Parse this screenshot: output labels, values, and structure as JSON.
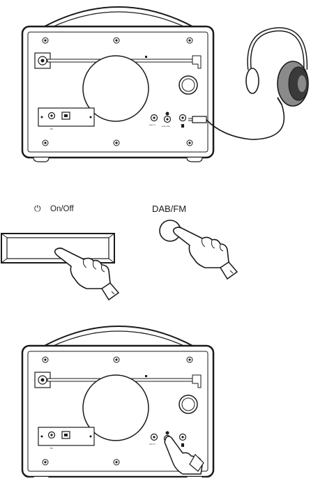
{
  "controls": {
    "onoff_label": "On/Off",
    "onoff_icon": "power-icon",
    "dabfm_label": "DAB/FM"
  },
  "rear_panel": {
    "dc_label": "DC",
    "aux_label": "Aux In",
    "lineout_label": "Line Out"
  },
  "colors": {
    "ink": "#1a1a1a",
    "shade": "#8a8a8a",
    "paper": "#ffffff"
  }
}
